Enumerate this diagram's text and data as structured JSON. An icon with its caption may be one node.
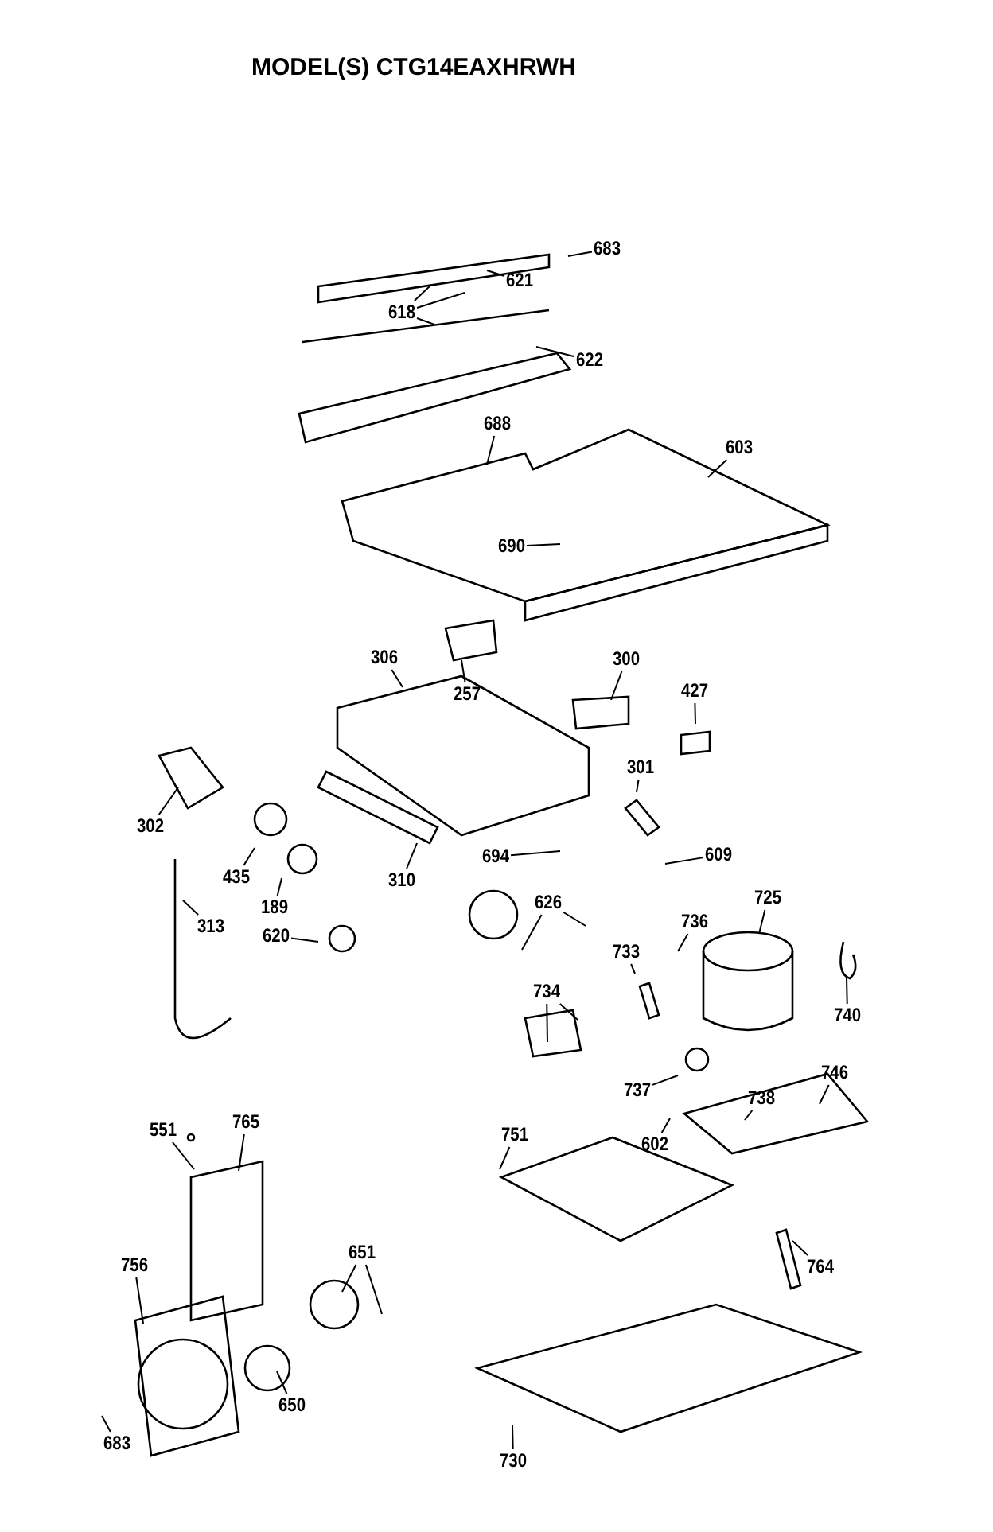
{
  "diagram": {
    "title": "MODEL(S) CTG14EAXHRWH",
    "nodes": [
      {
        "text": [
          "683"
        ]
      },
      {
        "text": [
          "621"
        ]
      },
      {
        "text": [
          "618"
        ]
      },
      {
        "text": [
          "622"
        ]
      },
      {
        "text": [
          "688"
        ]
      },
      {
        "text": [
          "603"
        ]
      },
      {
        "text": [
          "690"
        ]
      },
      {
        "text": [
          "306"
        ]
      },
      {
        "text": [
          "257"
        ]
      },
      {
        "text": [
          "300"
        ]
      },
      {
        "text": [
          "427"
        ]
      },
      {
        "text": [
          "302"
        ]
      },
      {
        "text": [
          "301"
        ]
      },
      {
        "text": [
          "435"
        ]
      },
      {
        "text": [
          "189"
        ]
      },
      {
        "text": [
          "310"
        ]
      },
      {
        "text": [
          "694"
        ]
      },
      {
        "text": [
          "609"
        ]
      },
      {
        "text": [
          "313"
        ]
      },
      {
        "text": [
          "620"
        ]
      },
      {
        "text": [
          "626"
        ]
      },
      {
        "text": [
          "725"
        ]
      },
      {
        "text": [
          "736"
        ]
      },
      {
        "text": [
          "733"
        ]
      },
      {
        "text": [
          "734"
        ]
      },
      {
        "text": [
          "740"
        ]
      },
      {
        "text": [
          "737"
        ]
      },
      {
        "text": [
          "746"
        ]
      },
      {
        "text": [
          "738"
        ]
      },
      {
        "text": [
          "602"
        ]
      },
      {
        "text": [
          "551"
        ]
      },
      {
        "text": [
          "765"
        ]
      },
      {
        "text": [
          "751"
        ]
      },
      {
        "text": [
          "651"
        ]
      },
      {
        "text": [
          "756"
        ]
      },
      {
        "text": [
          "764"
        ]
      },
      {
        "text": [
          "650"
        ]
      },
      {
        "text": [
          "683"
        ]
      },
      {
        "text": [
          "730"
        ]
      }
    ],
    "edges": [
      {
        "from": 0,
        "to": null,
        "arrow": "none"
      },
      {
        "from": 1,
        "to": null,
        "arrow": "none"
      },
      {
        "from": 2,
        "to": null,
        "arrow": "none"
      },
      {
        "from": 2,
        "to": null,
        "arrow": "none"
      },
      {
        "from": 2,
        "to": null,
        "arrow": "none"
      },
      {
        "from": 3,
        "to": null,
        "arrow": "none"
      },
      {
        "from": 4,
        "to": null,
        "arrow": "none"
      },
      {
        "from": 5,
        "to": null,
        "arrow": "none"
      },
      {
        "from": 6,
        "to": null,
        "arrow": "none"
      },
      {
        "from": 7,
        "to": null,
        "arrow": "none"
      },
      {
        "from": 8,
        "to": null,
        "arrow": "none"
      },
      {
        "from": 9,
        "to": null,
        "arrow": "none"
      },
      {
        "from": 10,
        "to": null,
        "arrow": "none"
      },
      {
        "from": 11,
        "to": null,
        "arrow": "none"
      },
      {
        "from": 12,
        "to": null,
        "arrow": "none"
      },
      {
        "from": 13,
        "to": null,
        "arrow": "none"
      },
      {
        "from": 14,
        "to": null,
        "arrow": "none"
      },
      {
        "from": 15,
        "to": null,
        "arrow": "none"
      },
      {
        "from": 16,
        "to": null,
        "arrow": "none"
      },
      {
        "from": 17,
        "to": null,
        "arrow": "none"
      },
      {
        "from": 18,
        "to": null,
        "arrow": "none"
      },
      {
        "from": 19,
        "to": null,
        "arrow": "none"
      },
      {
        "from": 20,
        "to": null,
        "arrow": "none"
      },
      {
        "from": 20,
        "to": null,
        "arrow": "none"
      },
      {
        "from": 21,
        "to": null,
        "arrow": "none"
      },
      {
        "from": 22,
        "to": null,
        "arrow": "none"
      },
      {
        "from": 23,
        "to": null,
        "arrow": "none"
      },
      {
        "from": 24,
        "to": null,
        "arrow": "none"
      },
      {
        "from": 24,
        "to": null,
        "arrow": "none"
      },
      {
        "from": 25,
        "to": null,
        "arrow": "none"
      },
      {
        "from": 26,
        "to": null,
        "arrow": "none"
      },
      {
        "from": 27,
        "to": null,
        "arrow": "none"
      },
      {
        "from": 28,
        "to": null,
        "arrow": "none"
      },
      {
        "from": 29,
        "to": null,
        "arrow": "none"
      },
      {
        "from": 30,
        "to": null,
        "arrow": "none"
      },
      {
        "from": 31,
        "to": null,
        "arrow": "none"
      },
      {
        "from": 32,
        "to": null,
        "arrow": "none"
      },
      {
        "from": 33,
        "to": null,
        "arrow": "none"
      },
      {
        "from": 33,
        "to": null,
        "arrow": "none"
      },
      {
        "from": 34,
        "to": null,
        "arrow": "none"
      },
      {
        "from": 35,
        "to": null,
        "arrow": "none"
      },
      {
        "from": 36,
        "to": null,
        "arrow": "none"
      },
      {
        "from": 37,
        "to": null,
        "arrow": "none"
      },
      {
        "from": 38,
        "to": null,
        "arrow": "none"
      }
    ]
  }
}
